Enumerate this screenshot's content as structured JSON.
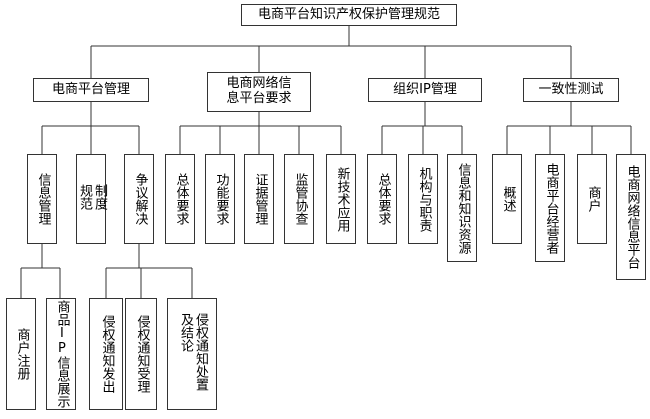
{
  "root": "电商平台知识产权保护管理规范",
  "sections": [
    {
      "label": "电商平台管理",
      "children": [
        {
          "label": "信息管理",
          "children": [
            "商户注册",
            "商品IP信息展示"
          ]
        },
        {
          "label": "制度规范",
          "children": []
        },
        {
          "label": "争议解决",
          "children": [
            "侵权通知发出",
            "侵权通知受理",
            "侵权通知处置及结论"
          ]
        }
      ]
    },
    {
      "label": "电商网络信息平台要求",
      "children": [
        {
          "label": "总体要求",
          "children": []
        },
        {
          "label": "功能要求",
          "children": []
        },
        {
          "label": "证据管理",
          "children": []
        },
        {
          "label": "监管协查",
          "children": []
        },
        {
          "label": "新技术应用",
          "children": []
        }
      ]
    },
    {
      "label": "组织IP管理",
      "children": [
        {
          "label": "总体要求",
          "children": []
        },
        {
          "label": "机构与职责",
          "children": []
        },
        {
          "label": "信息和知识资源",
          "children": []
        }
      ]
    },
    {
      "label": "一致性测试",
      "children": [
        {
          "label": "概述",
          "children": []
        },
        {
          "label": "电商平台经营者",
          "children": []
        },
        {
          "label": "商户",
          "children": []
        },
        {
          "label": "电商网络信息平台",
          "children": []
        }
      ]
    }
  ]
}
